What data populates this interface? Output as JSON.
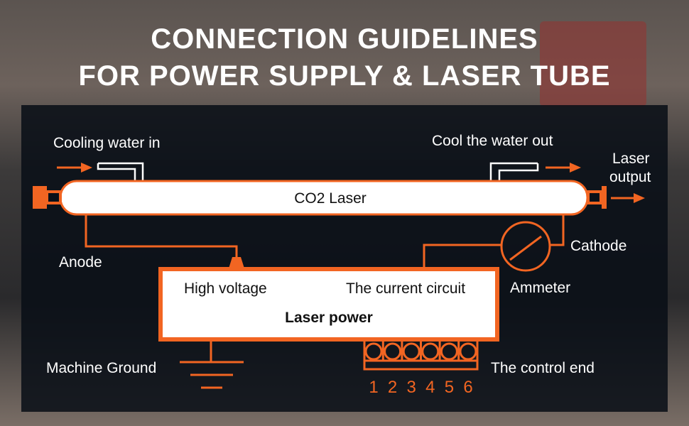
{
  "title": {
    "line1": "CONNECTION GUIDELINES",
    "line2": "FOR POWER SUPPLY & LASER TUBE"
  },
  "colors": {
    "accent": "#f26522",
    "panel": "#0a1018"
  },
  "labels": {
    "cooling_in": "Cooling water in",
    "cooling_out": "Cool the water out",
    "laser_output_1": "Laser",
    "laser_output_2": "output",
    "tube": "CO2 Laser",
    "anode": "Anode",
    "cathode": "Cathode",
    "ammeter": "Ammeter",
    "high_voltage": "High voltage",
    "current_circuit": "The current circuit",
    "laser_power": "Laser power",
    "machine_ground": "Machine Ground",
    "control_end": "The control end"
  },
  "terminals": [
    "1",
    "2",
    "3",
    "4",
    "5",
    "6"
  ]
}
